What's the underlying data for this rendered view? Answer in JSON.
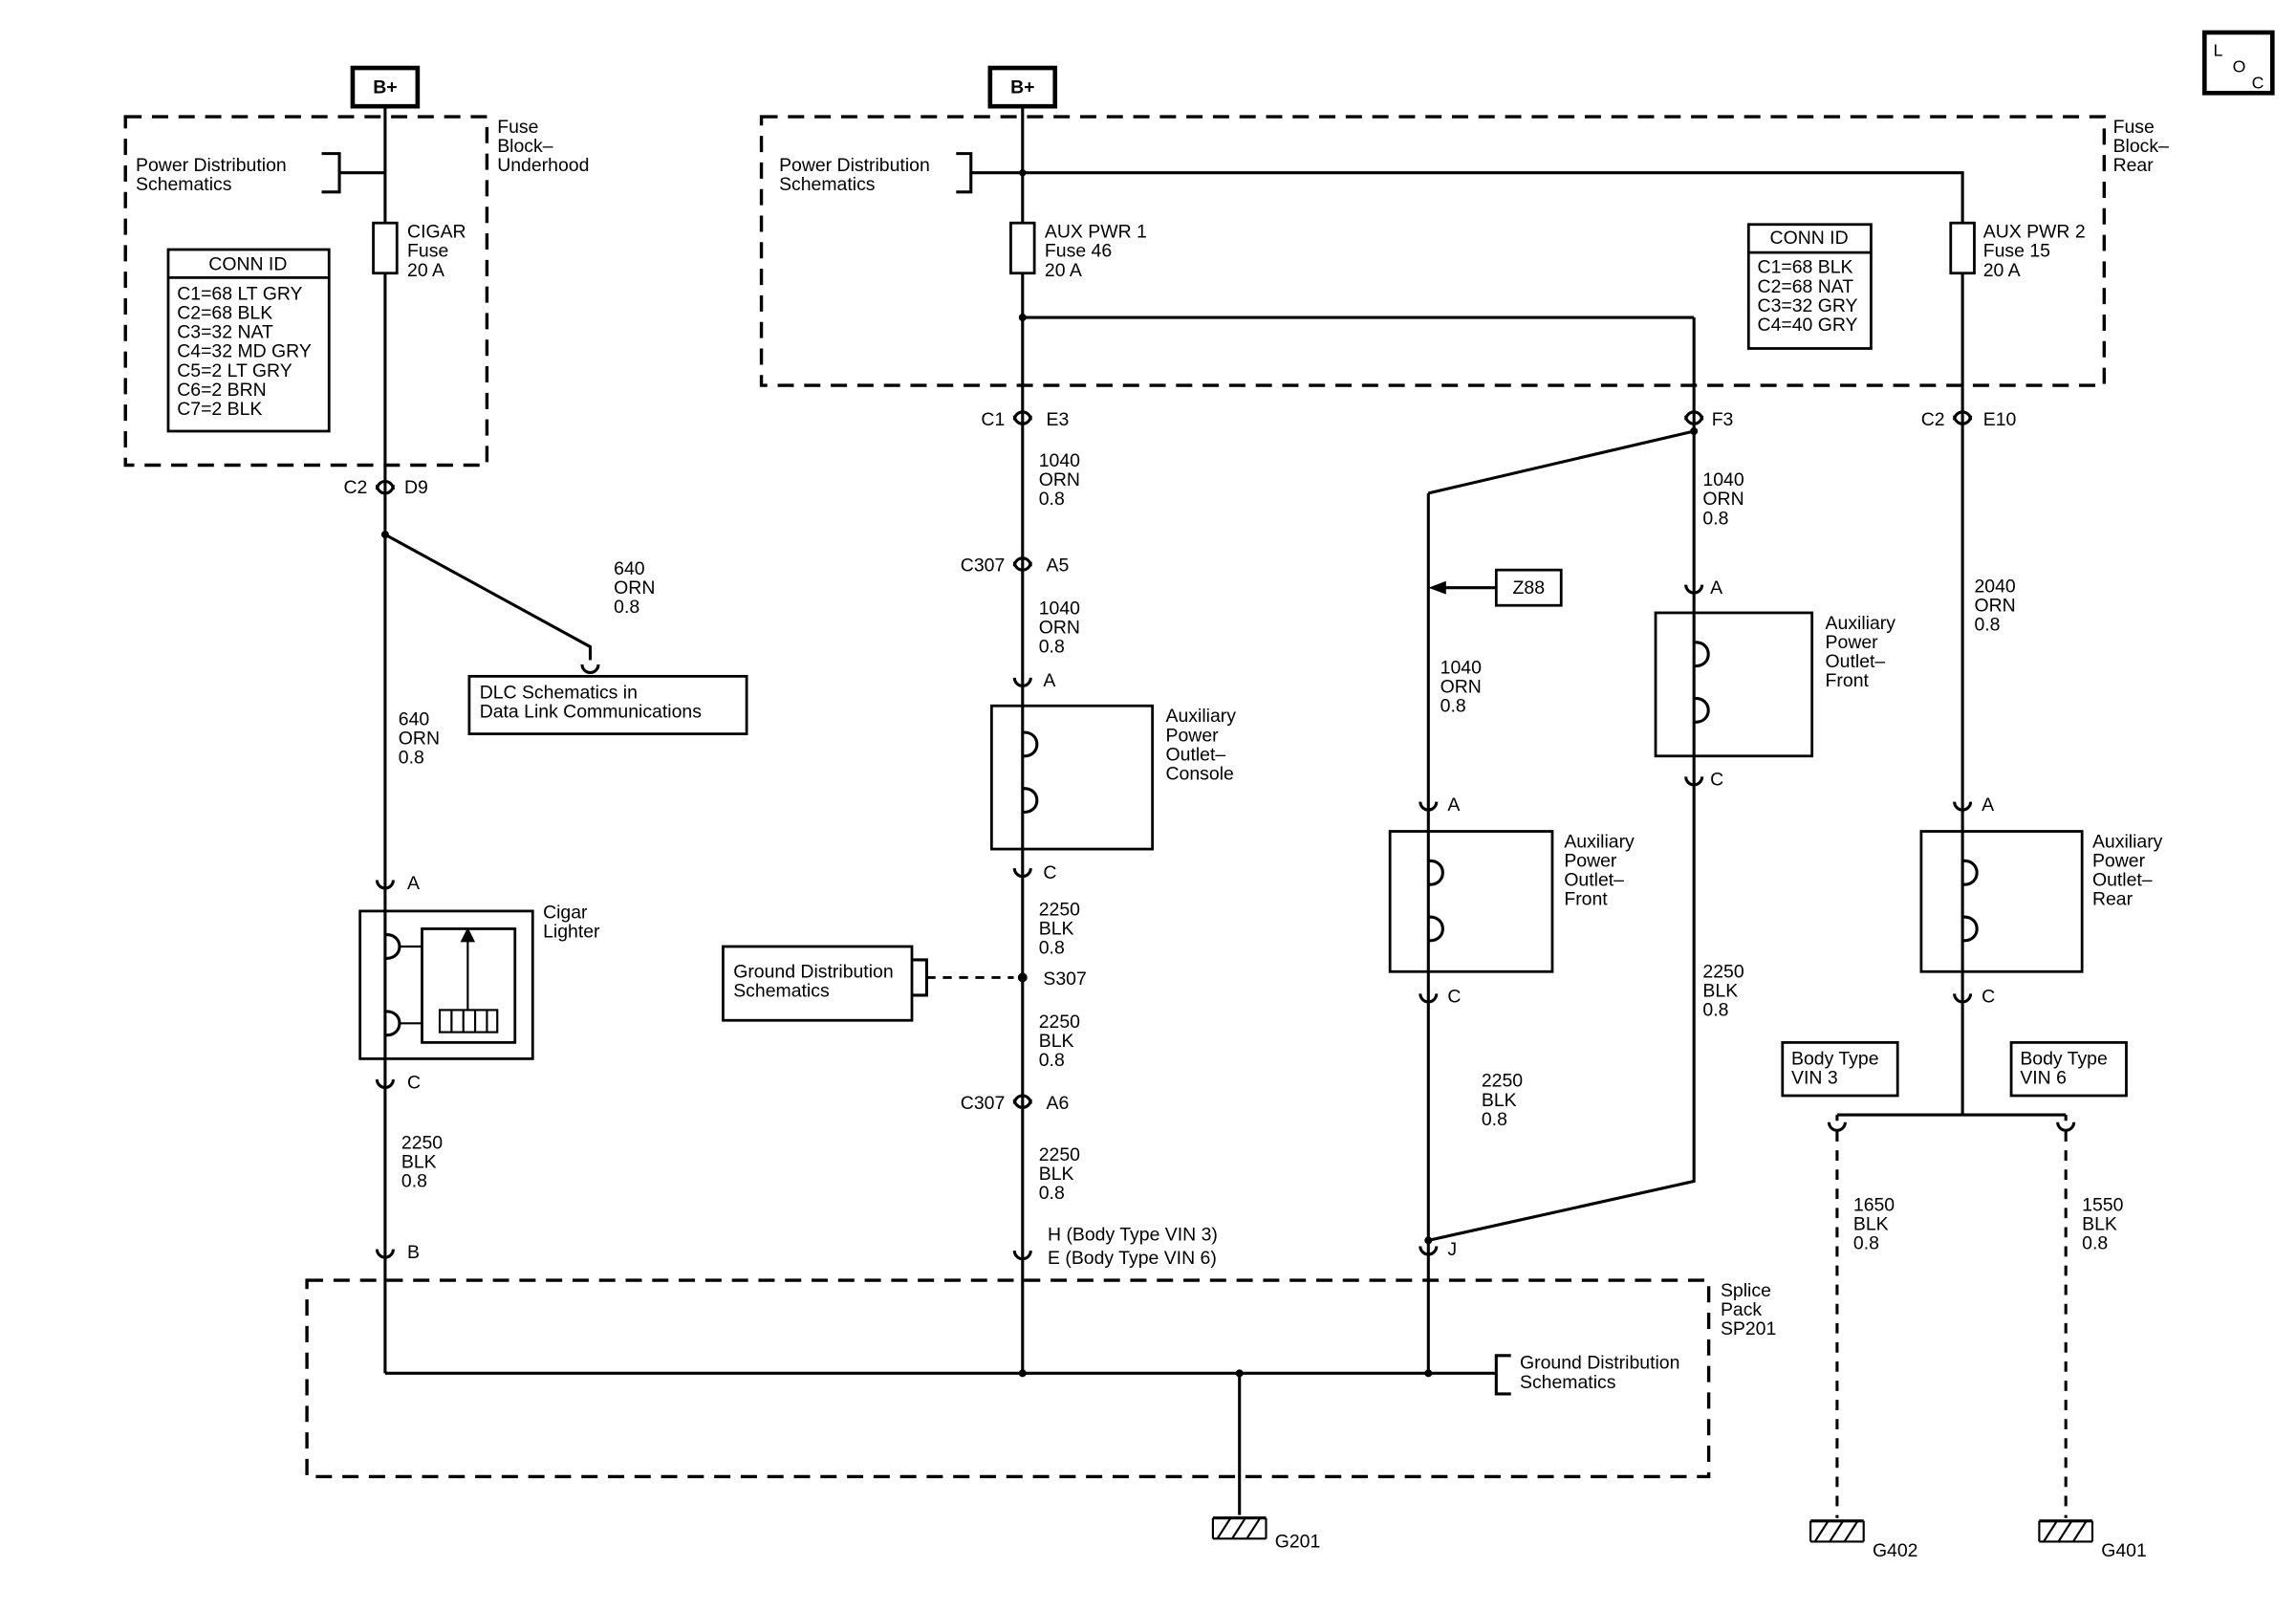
{
  "palette": {
    "ink": "#000000",
    "background": "#ffffff"
  },
  "loc_badge": {
    "l": "L",
    "o": "O",
    "c": "C"
  },
  "underhood": {
    "bplus": "B+",
    "block_label": [
      "Fuse",
      "Block–",
      "Underhood"
    ],
    "power_dist": [
      "Power Distribution",
      "Schematics"
    ],
    "fuse": [
      "CIGAR",
      "Fuse",
      "20 A"
    ],
    "conn_table": {
      "header": "CONN ID",
      "rows": [
        "C1=68 LT GRY",
        "C2=68 BLK",
        "C3=32 NAT",
        "C4=32 MD GRY",
        "C5=2 LT GRY",
        "C6=2 BRN",
        "C7=2 BLK"
      ]
    },
    "conn_c2": "C2",
    "conn_d9": "D9",
    "branch_wire": [
      "640",
      "ORN",
      "0.8"
    ],
    "dlc_ref": [
      "DLC Schematics in",
      "Data Link Communications"
    ],
    "main_wire": [
      "640",
      "ORN",
      "0.8"
    ],
    "pin_a": "A",
    "lighter_label": [
      "Cigar",
      "Lighter"
    ],
    "pin_c": "C",
    "wire_2250": [
      "2250",
      "BLK",
      "0.8"
    ],
    "pin_b": "B"
  },
  "rear_block": {
    "bplus": "B+",
    "block_label": [
      "Fuse",
      "Block–",
      "Rear"
    ],
    "power_dist": [
      "Power Distribution",
      "Schematics"
    ],
    "fuse1": [
      "AUX PWR 1",
      "Fuse 46",
      "20 A"
    ],
    "fuse2": [
      "AUX PWR 2",
      "Fuse 15",
      "20 A"
    ],
    "conn_table": {
      "header": "CONN ID",
      "rows": [
        "C1=68 BLK",
        "C2=68 NAT",
        "C3=32 GRY",
        "C4=40 GRY"
      ]
    },
    "conn_c1": "C1",
    "conn_e3": "E3",
    "conn_f3": "F3",
    "conn_c2": "C2",
    "conn_e10": "E10"
  },
  "console": {
    "wire_1040_a": [
      "1040",
      "ORN",
      "0.8"
    ],
    "conn_c307": "C307",
    "cav_a5": "A5",
    "wire_1040_b": [
      "1040",
      "ORN",
      "0.8"
    ],
    "pin_a": "A",
    "outlet_label": [
      "Auxiliary",
      "Power",
      "Outlet–",
      "Console"
    ],
    "pin_c": "C",
    "wire_2250_a": [
      "2250",
      "BLK",
      "0.8"
    ],
    "splice_s307": "S307",
    "gnd_dist": [
      "Ground Distribution",
      "Schematics"
    ],
    "wire_2250_b": [
      "2250",
      "BLK",
      "0.8"
    ],
    "cav_a6": "A6",
    "wire_2250_c": [
      "2250",
      "BLK",
      "0.8"
    ],
    "cav_h": "H (Body Type VIN 3)",
    "cav_e": "E (Body Type VIN 6)"
  },
  "front_outlet_1": {
    "z88_ref": "Z88",
    "wire_1040": [
      "1040",
      "ORN",
      "0.8"
    ],
    "pin_a": "A",
    "outlet_label": [
      "Auxiliary",
      "Power",
      "Outlet–",
      "Front"
    ],
    "pin_c": "C",
    "wire_2250": [
      "2250",
      "BLK",
      "0.8"
    ],
    "cav_j": "J"
  },
  "front_outlet_2": {
    "wire_1040": [
      "1040",
      "ORN",
      "0.8"
    ],
    "pin_a": "A",
    "outlet_label": [
      "Auxiliary",
      "Power",
      "Outlet–",
      "Front"
    ],
    "pin_c": "C",
    "wire_2250": [
      "2250",
      "BLK",
      "0.8"
    ]
  },
  "rear_outlet": {
    "wire_2040": [
      "2040",
      "ORN",
      "0.8"
    ],
    "pin_a": "A",
    "outlet_label": [
      "Auxiliary",
      "Power",
      "Outlet–",
      "Rear"
    ],
    "pin_c": "C",
    "vin3_label": [
      "Body Type",
      "VIN 3"
    ],
    "vin6_label": [
      "Body Type",
      "VIN 6"
    ],
    "wire_1650": [
      "1650",
      "BLK",
      "0.8"
    ],
    "wire_1550": [
      "1550",
      "BLK",
      "0.8"
    ],
    "gnd_g402": "G402",
    "gnd_g401": "G401"
  },
  "splice_pack": {
    "label": [
      "Splice",
      "Pack",
      "SP201"
    ],
    "gnd_dist": [
      "Ground Distribution",
      "Schematics"
    ],
    "gnd_g201": "G201"
  }
}
